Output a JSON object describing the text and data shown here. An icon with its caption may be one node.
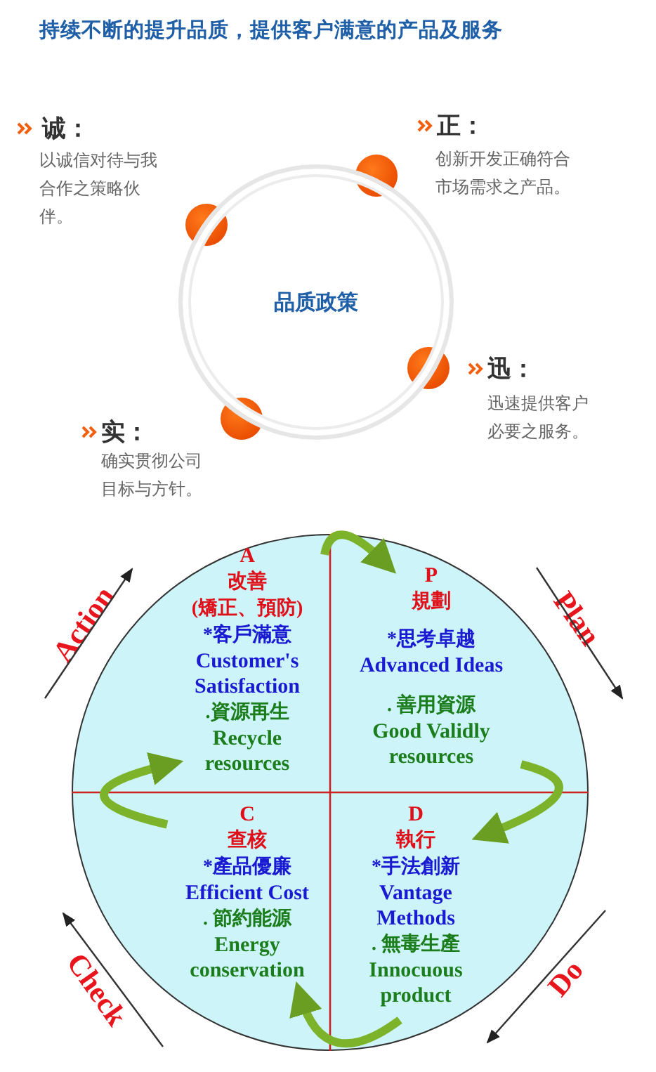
{
  "diagram": {
    "title": "持续不断的提升品质，提供客户满意的产品及服务",
    "nodes": [
      {
        "text": [
          "品质政策"
        ]
      },
      {
        "text": [],
        "shape": "circle"
      },
      {
        "text": [
          "A",
          "改善",
          "(矯正、預防)",
          "*客戶滿意",
          "Customer's Satisfaction",
          ".資源再生",
          "Recycle resources"
        ],
        "in": 1
      },
      {
        "text": [
          "P",
          "規劃",
          "*思考卓越",
          "Advanced Ideas",
          ". 善用資源",
          "Good Validly resources"
        ],
        "in": 1
      },
      {
        "text": [
          "C",
          "查核",
          "*產品優廉",
          "Efficient Cost",
          ". 節約能源",
          "Energy conservation"
        ],
        "in": 1
      },
      {
        "text": [
          "D",
          "執行",
          "*手法創新",
          "Vantage Methods",
          ". 無毒生產",
          "Innocuous product"
        ],
        "in": 1
      }
    ],
    "edges": [
      {
        "from": 2,
        "to": 3,
        "arrow": "to"
      },
      {
        "from": 3,
        "to": 5,
        "arrow": "to"
      },
      {
        "from": 5,
        "to": 4,
        "arrow": "to"
      },
      {
        "from": 4,
        "to": 2,
        "arrow": "to"
      }
    ],
    "labels": [
      "诚：",
      "以诚信对待与我合作之策略伙伴。",
      "正：",
      "创新开发正确符合市场需求之产品。",
      "迅：",
      "迅速提供客户必要之服务。",
      "实：",
      "确实贯彻公司目标与方针。",
      "Action",
      "Plan",
      "Check",
      "Do"
    ]
  }
}
